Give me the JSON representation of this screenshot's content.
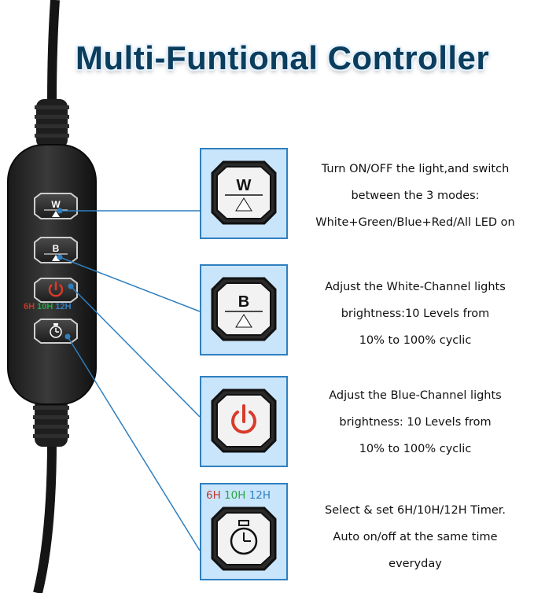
{
  "title": "Multi-Funtional Controller",
  "colors": {
    "accent_blue": "#2f7fbf",
    "panel_bg": "#c9e5fb",
    "title": "#0b3d5c",
    "power_red": "#d93a2b",
    "timer_6h": "#c0392b",
    "timer_10h": "#27a645",
    "timer_12h": "#2f7fbf"
  },
  "controller": {
    "buttons": [
      {
        "label": "W",
        "icon": "triangle-up-icon"
      },
      {
        "label": "B",
        "icon": "triangle-up-icon"
      },
      {
        "label": "",
        "icon": "power-icon"
      },
      {
        "label": "",
        "icon": "timer-clock-icon"
      }
    ],
    "timer_labels": {
      "h6": "6H",
      "h10": "10H",
      "h12": "12H"
    }
  },
  "panels": [
    {
      "button_label": "W",
      "icon": "triangle-up-icon",
      "lines": [
        "Turn ON/OFF the light,and switch",
        "between the 3 modes:",
        "White+Green/Blue+Red/All LED on"
      ]
    },
    {
      "button_label": "B",
      "icon": "triangle-up-icon",
      "lines": [
        "Adjust the White-Channel lights",
        "brightness:10 Levels from",
        "10% to 100% cyclic"
      ]
    },
    {
      "button_label": "",
      "icon": "power-icon",
      "lines": [
        "Adjust the Blue-Channel lights",
        "brightness: 10 Levels from",
        "10% to 100% cyclic"
      ]
    },
    {
      "button_label": "",
      "icon": "timer-clock-icon",
      "timer_labels": {
        "h6": "6H",
        "h10": "10H",
        "h12": "12H"
      },
      "lines": [
        "Select & set 6H/10H/12H Timer.",
        "Auto on/off at the same time",
        "everyday"
      ]
    }
  ]
}
